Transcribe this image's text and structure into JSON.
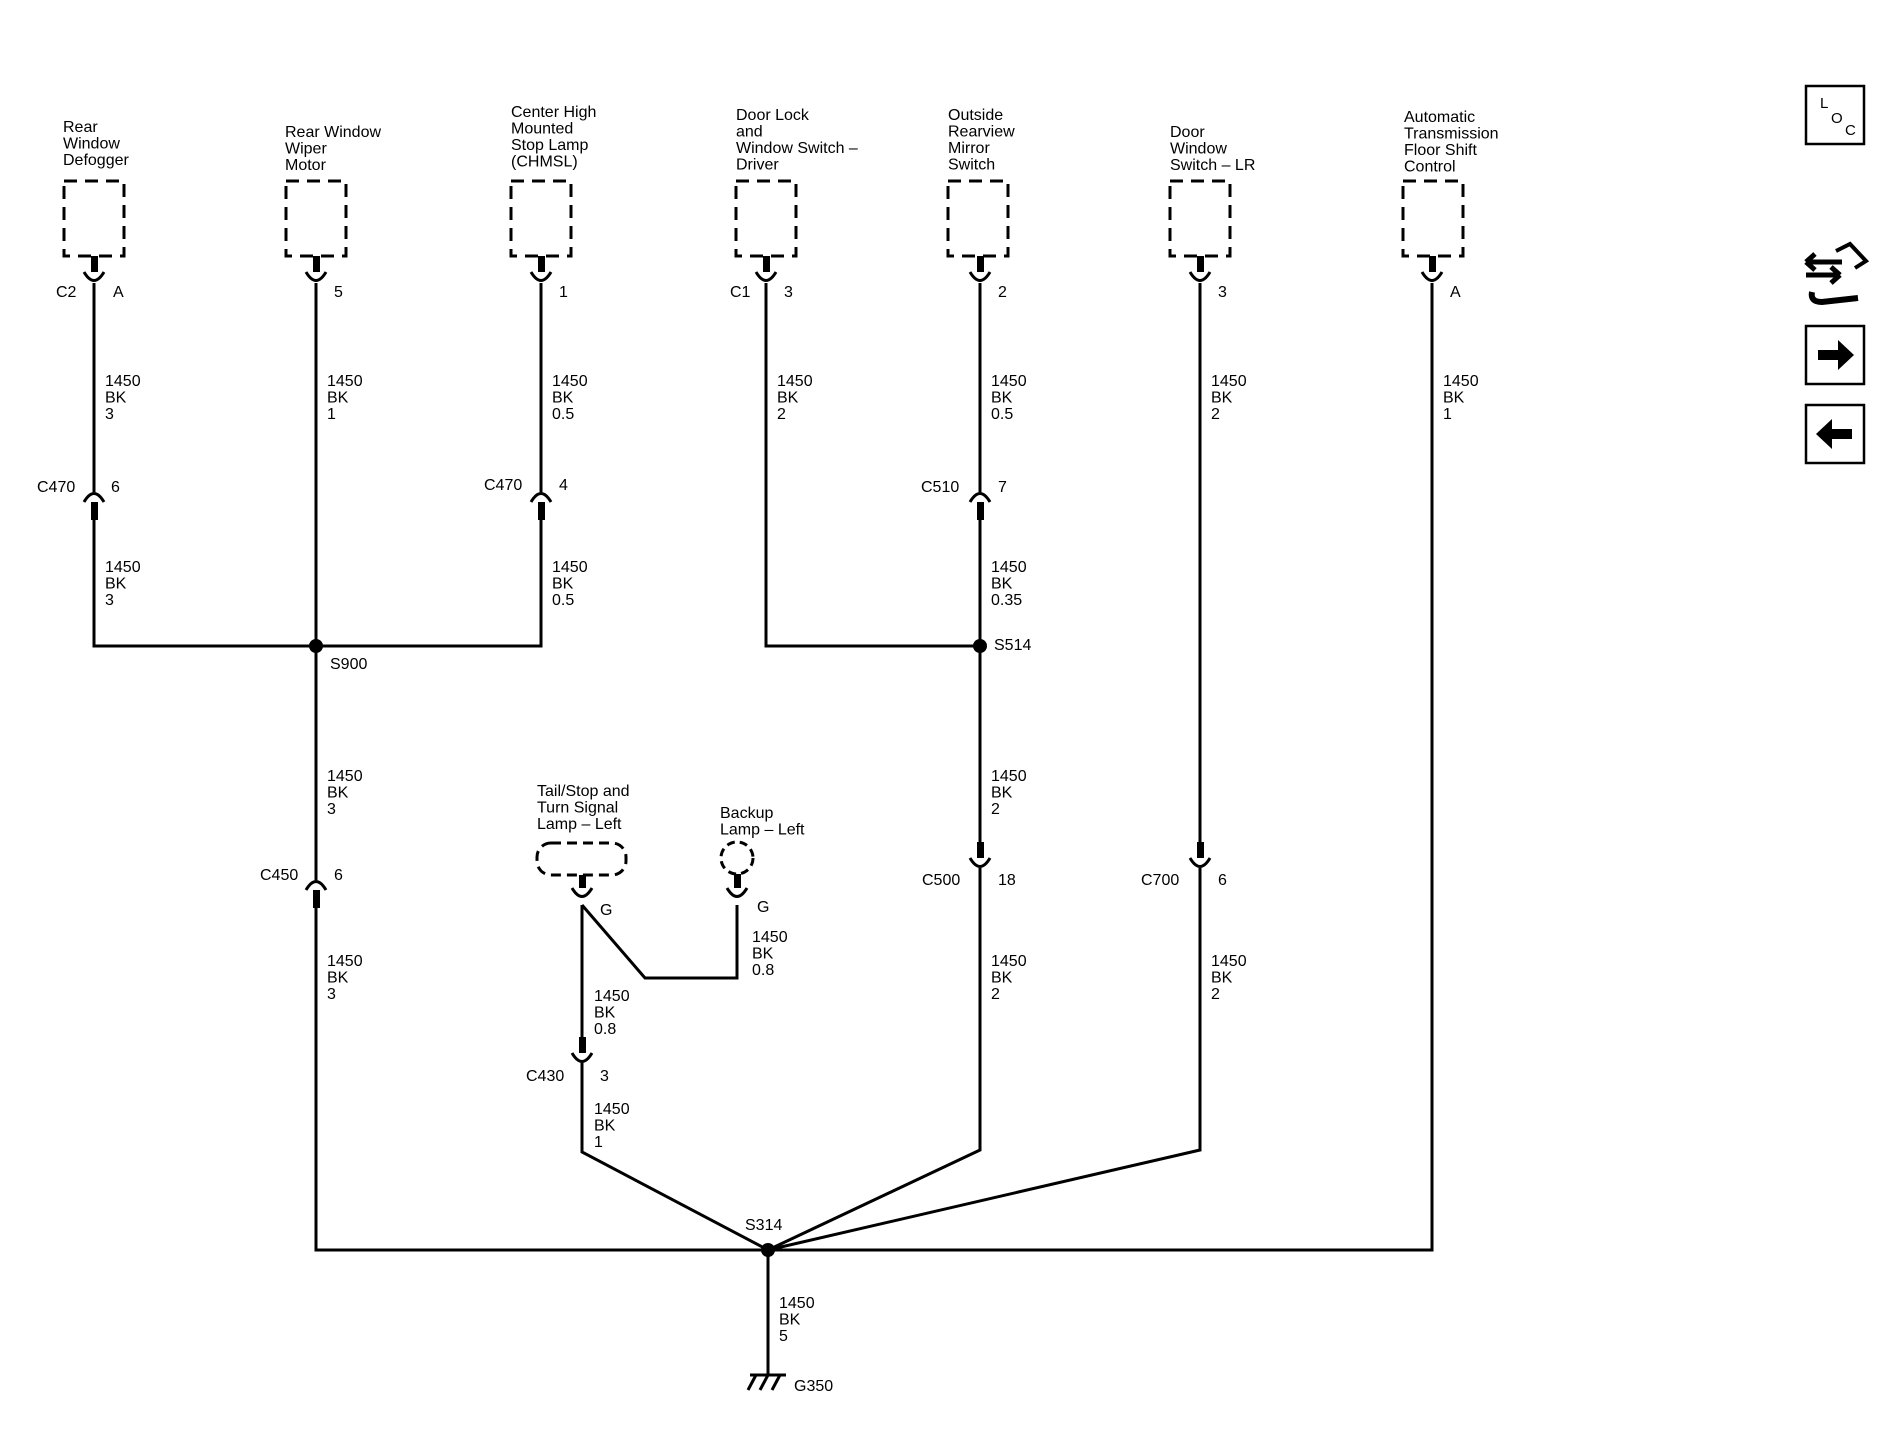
{
  "components": [
    {
      "name": "Rear\nWindow\nDefogger",
      "conn": "C2",
      "pin": "A"
    },
    {
      "name": "Rear Window\nWiper\nMotor",
      "conn": "",
      "pin": "5"
    },
    {
      "name": "Center High\nMounted\nStop Lamp\n(CHMSL)",
      "conn": "",
      "pin": "1"
    },
    {
      "name": "Door Lock\nand\nWindow Switch –\nDriver",
      "conn": "C1",
      "pin": "3"
    },
    {
      "name": "Outside\nRearview\nMirror\nSwitch",
      "conn": "",
      "pin": "2"
    },
    {
      "name": "Door\nWindow\nSwitch – LR",
      "conn": "",
      "pin": "3"
    },
    {
      "name": "Automatic\nTransmission\nFloor Shift\nControl",
      "conn": "",
      "pin": "A"
    },
    {
      "name": "Tail/Stop and\nTurn Signal\nLamp – Left",
      "conn": "",
      "pin": "G"
    },
    {
      "name": "Backup\nLamp – Left",
      "conn": "",
      "pin": "G"
    }
  ],
  "inline_connectors": [
    {
      "name": "C470",
      "pin": "6"
    },
    {
      "name": "C470",
      "pin": "4"
    },
    {
      "name": "C510",
      "pin": "7"
    },
    {
      "name": "C450",
      "pin": "6"
    },
    {
      "name": "C500",
      "pin": "18"
    },
    {
      "name": "C700",
      "pin": "6"
    },
    {
      "name": "C430",
      "pin": "3"
    }
  ],
  "wires": [
    "1450\nBK\n3",
    "1450\nBK\n1",
    "1450\nBK\n0.5",
    "1450\nBK\n2",
    "1450\nBK\n0.5",
    "1450\nBK\n2",
    "1450\nBK\n1",
    "1450\nBK\n3",
    "1450\nBK\n0.5",
    "1450\nBK\n0.35",
    "1450\nBK\n3",
    "1450\nBK\n2",
    "1450\nBK\n3",
    "1450\nBK\n2",
    "1450\nBK\n2",
    "1450\nBK\n0.8",
    "1450\nBK\n0.8",
    "1450\nBK\n1",
    "1450\nBK\n5"
  ],
  "splices": [
    "S900",
    "S514",
    "S314"
  ],
  "ground": "G350",
  "loc_icon": {
    "letters": [
      "L",
      "O",
      "C"
    ]
  },
  "nav_icons": [
    "connector-end-view-icon",
    "arrow-right-icon",
    "arrow-left-icon"
  ]
}
